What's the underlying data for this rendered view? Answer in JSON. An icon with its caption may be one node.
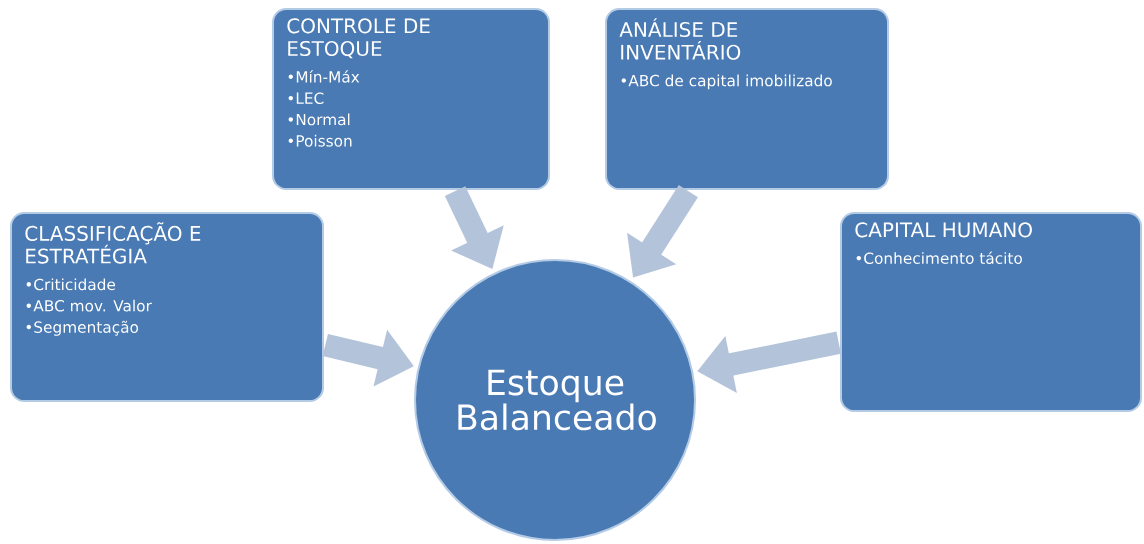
{
  "diagram": {
    "nodes": [
      {
        "text": [
          "CONTROLE DE ESTOQUE",
          "•Mín-Máx",
          "•LEC",
          "•Normal",
          "•Poisson"
        ]
      },
      {
        "text": [
          "ANÁLISE DE INVENTÁRIO",
          "•ABC de capital imobilizado"
        ]
      },
      {
        "text": [
          "CLASSIFICAÇÃO E ESTRATÉGIA",
          "•Criticidade",
          "•ABC mov. Valor",
          "•Segmentação"
        ]
      },
      {
        "text": [
          "CAPITAL HUMANO",
          "•Conhecimento tácito"
        ]
      },
      {
        "text": [
          "Estoque Balanceado"
        ]
      }
    ],
    "edges": [
      {
        "from": 0,
        "to": 4,
        "arrow": "to"
      },
      {
        "from": 1,
        "to": 4,
        "arrow": "to"
      },
      {
        "from": 2,
        "to": 4,
        "arrow": "to"
      },
      {
        "from": 3,
        "to": 4,
        "arrow": "to"
      }
    ]
  }
}
